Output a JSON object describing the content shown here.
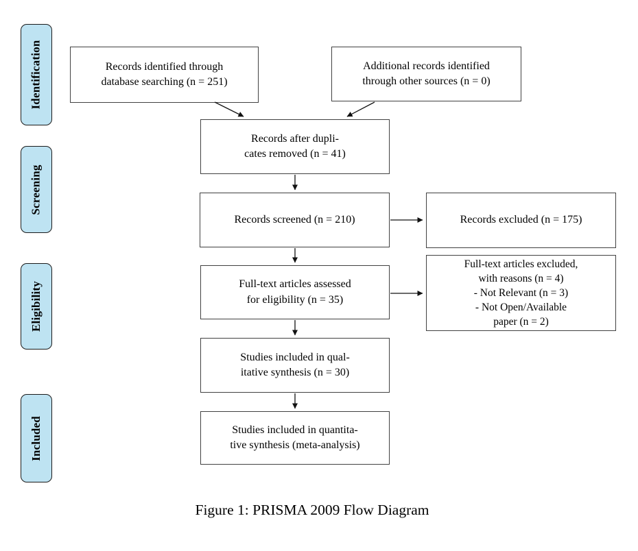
{
  "figure": {
    "caption": "Figure 1: PRISMA 2009 Flow Diagram"
  },
  "stages": [
    {
      "label": "Identification"
    },
    {
      "label": "Screening"
    },
    {
      "label": "Eligibility"
    },
    {
      "label": "Included"
    }
  ],
  "flow": {
    "records_db": {
      "lines": [
        "Records identified through",
        "database searching (n = 251)"
      ]
    },
    "records_other": {
      "lines": [
        "Additional records identified",
        "through other sources (n = 0)"
      ]
    },
    "duplicates": {
      "lines": [
        "Records after dupli-",
        "cates removed (n = 41)"
      ]
    },
    "screened": {
      "lines": [
        "Records screened (n = 210)"
      ]
    },
    "excluded": {
      "lines": [
        "Records excluded (n = 175)"
      ]
    },
    "fulltext": {
      "lines": [
        "Full-text articles assessed",
        "for eligibility (n = 35)"
      ]
    },
    "fulltext_excluded": {
      "lines": [
        "Full-text articles excluded,",
        "with reasons (n = 4)",
        "- Not Relevant (n = 3)",
        "- Not Open/Available",
        "paper (n = 2)"
      ]
    },
    "qualitative": {
      "lines": [
        "Studies included in qual-",
        "itative synthesis (n = 30)"
      ]
    },
    "quantitative": {
      "lines": [
        "Studies included in quantita-",
        "tive synthesis (meta-analysis)"
      ]
    }
  },
  "colors": {
    "stage_fill": "#bee3f2",
    "stage_border": "#1a1a1a",
    "box_border": "#404040",
    "arrow": "#111111",
    "text": "#000000"
  }
}
